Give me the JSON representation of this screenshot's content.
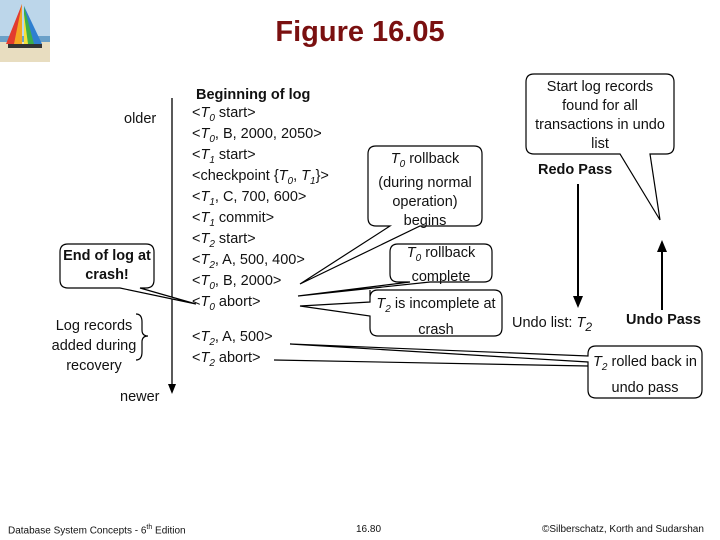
{
  "title": "Figure 16.05",
  "log_header": "Beginning of log",
  "axis": {
    "older": "older",
    "newer": "newer"
  },
  "log_records": [
    "<T0 start>",
    "<T0, B, 2000, 2050>",
    "<T1 start>",
    "<checkpoint {T0, T1}>",
    "<T1, C, 700, 600>",
    "<T1 commit>",
    "<T2 start>",
    "<T2, A, 500, 400>",
    "<T0, B, 2000>",
    "<T0 abort>",
    "<T2, A, 500>",
    "<T2 abort>"
  ],
  "callouts": {
    "end_of_log": "End of log at crash!",
    "log_records_added": "Log records added during recovery",
    "t0_rollback_begins": "T0 rollback (during normal operation) begins",
    "t0_rollback_complete": "T0 rollback complete",
    "t2_incomplete": "T2 is incomplete at crash",
    "t2_rolled_back": "T2 rolled back in undo pass",
    "start_log_records": "Start log records found for all transactions in undo list"
  },
  "passes": {
    "redo": "Redo Pass",
    "undo": "Undo Pass",
    "undo_list": "Undo list: T2"
  },
  "footer": {
    "left": "Database System Concepts - 6th Edition",
    "center": "16.80",
    "right": "©Silberschatz, Korth and Sudarshan"
  }
}
